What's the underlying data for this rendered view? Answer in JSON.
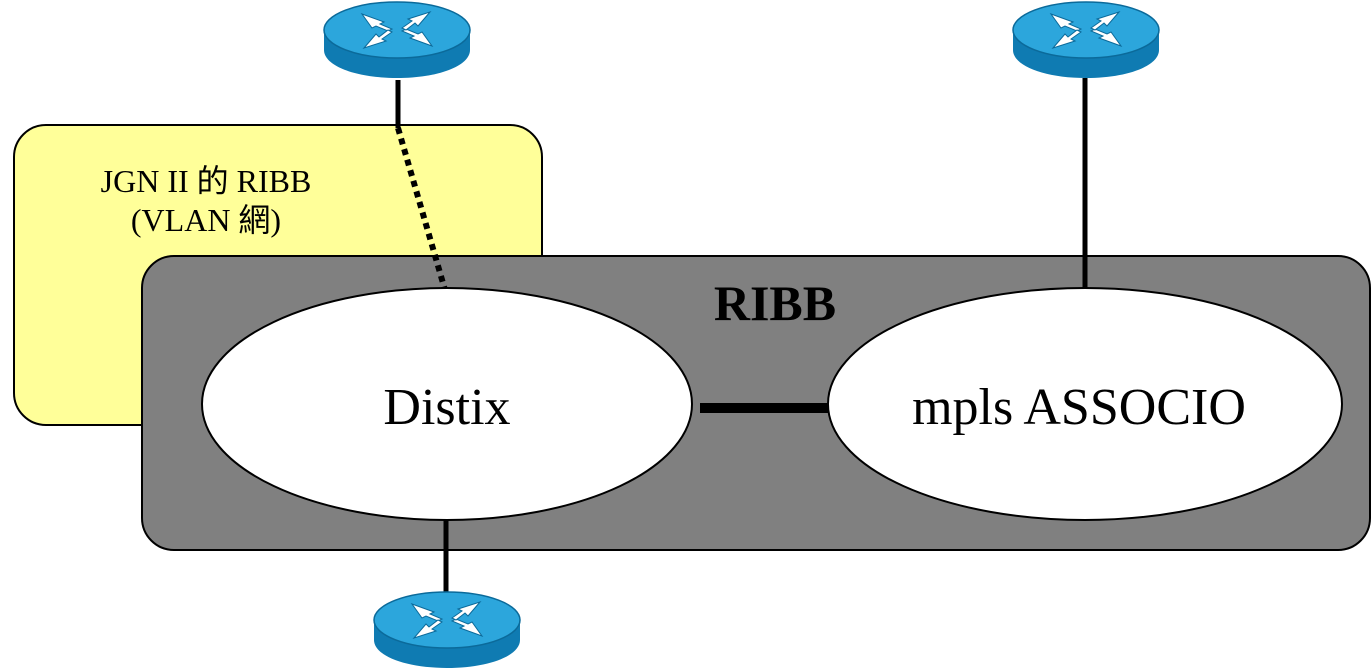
{
  "colors": {
    "background": "#ffffff",
    "jgn_box": "#ffff99",
    "ribb_box": "#808080",
    "ellipse": "#ffffff",
    "router_top": "#2ca6dc",
    "router_side": "#0f7bb2",
    "link": "#000000"
  },
  "jgn": {
    "line1": "JGN II 的 RIBB",
    "line2": "(VLAN 網)"
  },
  "ribb": {
    "title": "RIBB"
  },
  "nodes": {
    "distix": "Distix",
    "mpls": "mpls ASSOCIO"
  },
  "routers": [
    {
      "id": "router-top-left",
      "icon": "router-icon"
    },
    {
      "id": "router-top-right",
      "icon": "router-icon"
    },
    {
      "id": "router-bottom",
      "icon": "router-icon"
    }
  ],
  "links": [
    {
      "from": "router-top-left",
      "to": "distix",
      "style": "dotted"
    },
    {
      "from": "router-top-right",
      "to": "mpls",
      "style": "solid"
    },
    {
      "from": "distix",
      "to": "mpls",
      "style": "solid-thick"
    },
    {
      "from": "distix",
      "to": "router-bottom",
      "style": "solid"
    }
  ]
}
